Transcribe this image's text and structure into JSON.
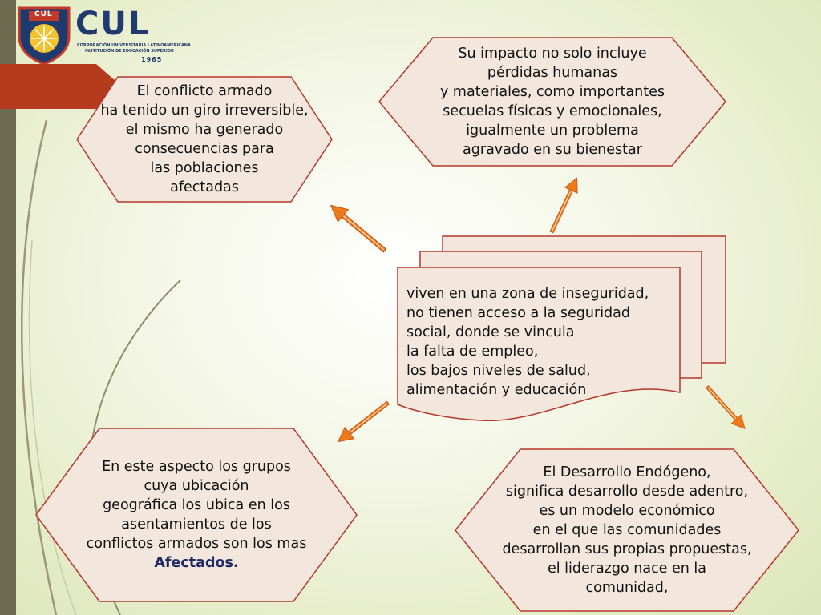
{
  "logo": {
    "acronym": "CUL",
    "shield_text": "CUL",
    "line1": "CORPORACIÓN UNIVERSITARIA LATINOAMERICANA",
    "line2": "INSTITUCIÓN DE EDUCACIÓN SUPERIOR",
    "year": "1965"
  },
  "colors": {
    "box_fill": "#f3e6dc",
    "box_stroke": "#b5382a",
    "arrow_fill": "#f07a1a",
    "brand_navy": "#1f3a6e",
    "sidebar": "#6e6a50",
    "red_tab": "#b53b1f"
  },
  "center": {
    "lines": [
      "viven en una zona de inseguridad,",
      "no tienen acceso a la seguridad",
      "social, donde se vincula",
      "la falta de empleo,",
      "los bajos niveles de salud,",
      "alimentación y educación"
    ]
  },
  "top_left": {
    "lines": [
      "El conflicto armado",
      "ha tenido un giro irreversible,",
      "el mismo ha generado",
      "consecuencias para",
      "las poblaciones",
      "afectadas"
    ]
  },
  "top_right": {
    "lines": [
      "Su impacto no solo incluye",
      "pérdidas humanas",
      "y materiales, como importantes",
      "secuelas físicas y emocionales,",
      "igualmente un problema",
      "agravado en su bienestar"
    ]
  },
  "bottom_left": {
    "lines": [
      "En este aspecto los grupos",
      "cuya ubicación",
      "geográfica los ubica en los",
      "asentamientos de los",
      "conflictos armados son los mas"
    ],
    "emphasis": "Afectados."
  },
  "bottom_right": {
    "lines": [
      "El Desarrollo Endógeno,",
      "significa desarrollo desde adentro,",
      "es un modelo económico",
      "en el que las comunidades",
      "desarrollan sus propias propuestas,",
      "el liderazgo nace en la",
      "comunidad,"
    ]
  }
}
